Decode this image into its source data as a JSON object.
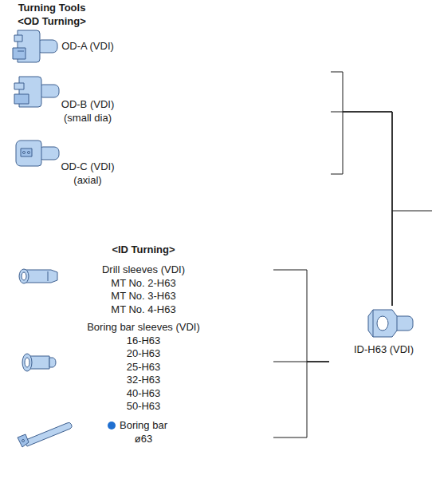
{
  "diagram": {
    "nodes": [
      {
        "text": [
          "OD-A (VDI)"
        ]
      },
      {
        "text": [
          "OD-B (VDI)",
          "(small dia)"
        ]
      },
      {
        "text": [
          "OD-C (VDI)",
          "(axial)"
        ]
      },
      {
        "text": [
          "Drill sleeves (VDI)",
          "MT No. 2-H63",
          "MT No. 3-H63",
          "MT No. 4-H63"
        ]
      },
      {
        "text": [
          "Boring bar sleeves (VDI)",
          "16-H63",
          "20-H63",
          "25-H63",
          "32-H63",
          "40-H63",
          "50-H63"
        ]
      },
      {
        "text": [
          "Boring bar",
          "ø63"
        ]
      },
      {
        "text": [
          "ID-H63 (VDI)"
        ]
      }
    ],
    "edges": [
      {
        "from": 0,
        "to": 6,
        "arrow": "none"
      },
      {
        "from": 1,
        "to": 6,
        "arrow": "none"
      },
      {
        "from": 2,
        "to": 6,
        "arrow": "none"
      },
      {
        "from": 3,
        "to": 6,
        "arrow": "none"
      },
      {
        "from": 4,
        "to": 6,
        "arrow": "none"
      },
      {
        "from": 5,
        "to": 6,
        "arrow": "none"
      }
    ],
    "labels": [
      "Turning Tools",
      "<OD Turning>",
      "<ID Turning>"
    ]
  }
}
